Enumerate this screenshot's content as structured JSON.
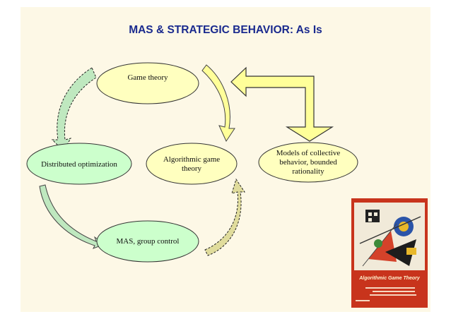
{
  "title": "MAS & STRATEGIC BEHAVIOR: As Is",
  "nodes": {
    "game_theory": "Game theory",
    "algorithmic_game_theory": "Algorithmic game theory",
    "distributed_optimization": "Distributed optimization",
    "mas_group_control": "MAS, group control",
    "models_collective": "Models of collective behavior, bounded rationality"
  },
  "book": {
    "title": "Algorithmic Game Theory"
  },
  "colors": {
    "slide_background": "#fdf8e6",
    "title": "#1a2a8e",
    "yellow_node": "#ffffbf",
    "green_node": "#ccffcc",
    "arrow_yellow": "#ffff99",
    "arrow_green": "#bfe8bf",
    "arrow_olive": "#e0dc9c",
    "book_cover": "#c8341c"
  }
}
